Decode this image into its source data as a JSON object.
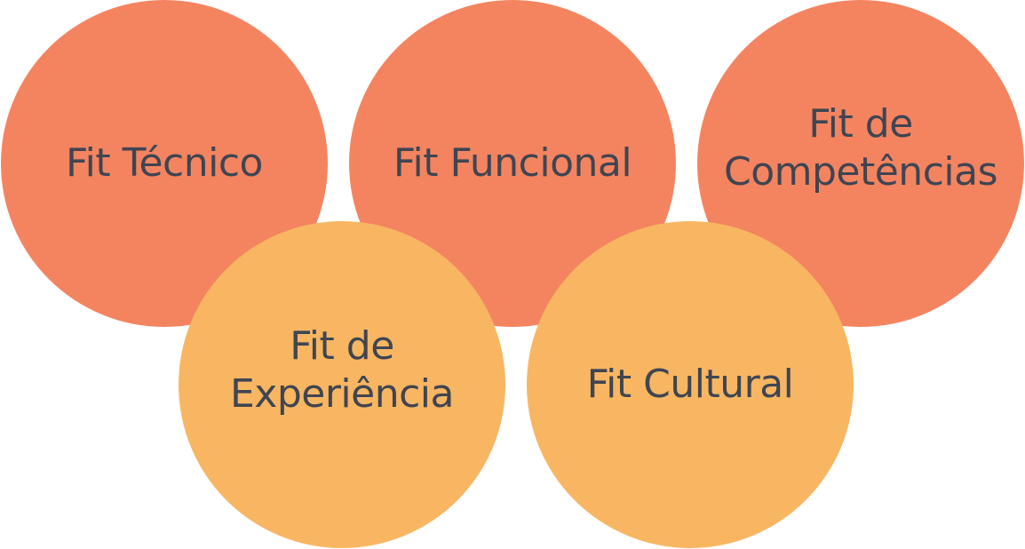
{
  "colors": {
    "top_row": "#F48460",
    "bottom_row": "#F8B662",
    "text": "#3F4552"
  },
  "circles": {
    "tecnico": {
      "lines": [
        "Fit Técnico"
      ]
    },
    "funcional": {
      "lines": [
        "Fit Funcional"
      ]
    },
    "competencias": {
      "lines": [
        "Fit de",
        "Competências"
      ]
    },
    "experiencia": {
      "lines": [
        "Fit de",
        "Experiência"
      ]
    },
    "cultural": {
      "lines": [
        "Fit Cultural"
      ]
    }
  }
}
